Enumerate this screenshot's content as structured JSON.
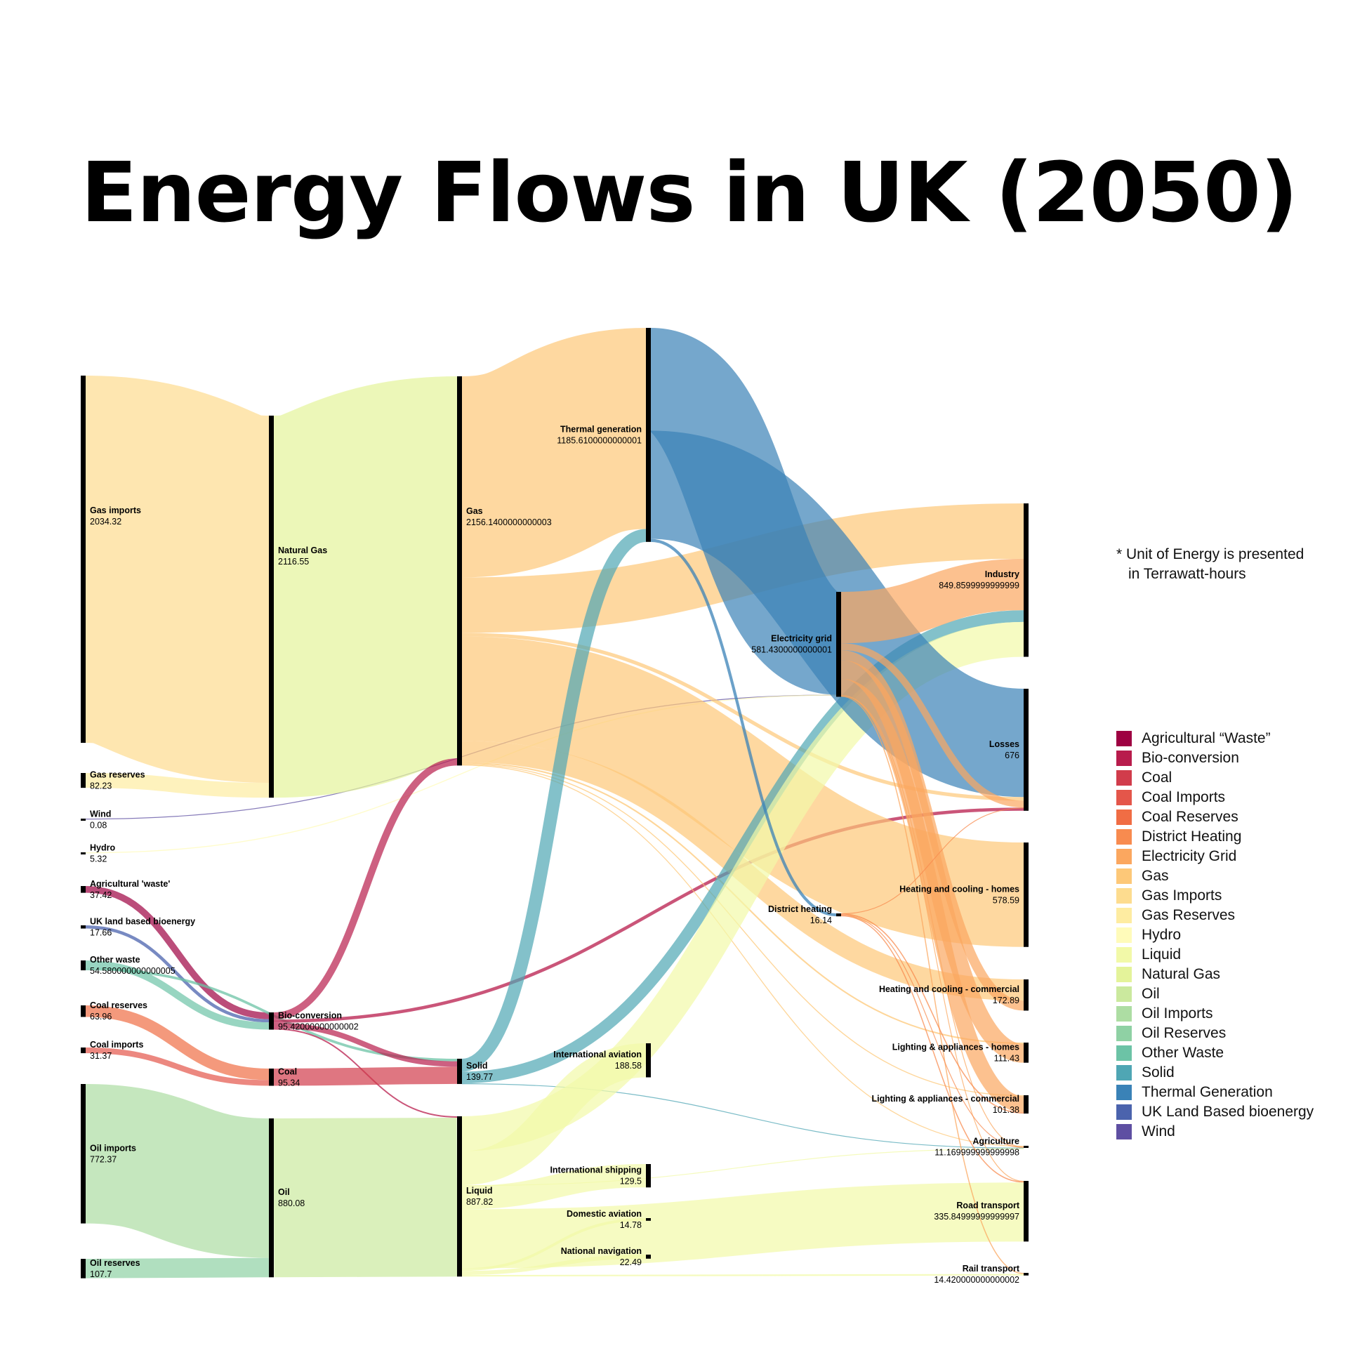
{
  "title": "Energy Flows in UK (2050)",
  "note": {
    "line1": "* Unit of Energy is presented",
    "line2": "in Terrawatt-hours"
  },
  "legend": [
    {
      "label": "Agricultural “Waste”",
      "color": "#9e0142"
    },
    {
      "label": "Bio-conversion",
      "color": "#b81c4c"
    },
    {
      "label": "Coal",
      "color": "#d13c4b"
    },
    {
      "label": "Coal Imports",
      "color": "#e4564a"
    },
    {
      "label": "Coal Reserves",
      "color": "#f06d44"
    },
    {
      "label": "District Heating",
      "color": "#f88b4f"
    },
    {
      "label": "Electricity Grid",
      "color": "#fba75f"
    },
    {
      "label": "Gas",
      "color": "#fdc878"
    },
    {
      "label": "Gas Imports",
      "color": "#fddc8f"
    },
    {
      "label": "Gas Reserves",
      "color": "#feeca1"
    },
    {
      "label": "Hydro",
      "color": "#fffbba"
    },
    {
      "label": "Liquid",
      "color": "#f2f9a8"
    },
    {
      "label": "Natural Gas",
      "color": "#e4f39a"
    },
    {
      "label": "Oil",
      "color": "#cbe99e"
    },
    {
      "label": "Oil Imports",
      "color": "#addda3"
    },
    {
      "label": "Oil Reserves",
      "color": "#8fd1a4"
    },
    {
      "label": "Other Waste",
      "color": "#6cc3a6"
    },
    {
      "label": "Solid",
      "color": "#4fa6b4"
    },
    {
      "label": "Thermal Generation",
      "color": "#3a82b7"
    },
    {
      "label": "UK Land Based bioenergy",
      "color": "#4b63ad"
    },
    {
      "label": "Wind",
      "color": "#5e4fa2"
    }
  ],
  "chart_data": {
    "type": "sankey",
    "unit": "Terrawatt-hours",
    "nodes": [
      {
        "id": "gas_imports",
        "label": "Gas imports",
        "value": "2034.32",
        "column": 0,
        "color": "#fddc8f"
      },
      {
        "id": "gas_reserves",
        "label": "Gas reserves",
        "value": "82.23",
        "column": 0,
        "color": "#feeca1"
      },
      {
        "id": "wind",
        "label": "Wind",
        "value": "0.08",
        "column": 0,
        "color": "#5e4fa2"
      },
      {
        "id": "hydro",
        "label": "Hydro",
        "value": "5.32",
        "column": 0,
        "color": "#fffbba"
      },
      {
        "id": "agri_waste",
        "label": "Agricultural 'waste'",
        "value": "37.42",
        "column": 0,
        "color": "#9e0142"
      },
      {
        "id": "uk_land",
        "label": "UK land based bioenergy",
        "value": "17.66",
        "column": 0,
        "color": "#4b63ad"
      },
      {
        "id": "other_waste",
        "label": "Other waste",
        "value": "54.580000000000005",
        "column": 0,
        "color": "#6cc3a6"
      },
      {
        "id": "coal_reserves",
        "label": "Coal reserves",
        "value": "63.96",
        "column": 0,
        "color": "#f06d44"
      },
      {
        "id": "coal_imports",
        "label": "Coal imports",
        "value": "31.37",
        "column": 0,
        "color": "#e4564a"
      },
      {
        "id": "oil_imports",
        "label": "Oil imports",
        "value": "772.37",
        "column": 0,
        "color": "#addda3"
      },
      {
        "id": "oil_reserves",
        "label": "Oil reserves",
        "value": "107.7",
        "column": 0,
        "color": "#8fd1a4"
      },
      {
        "id": "natural_gas",
        "label": "Natural Gas",
        "value": "2116.55",
        "column": 1,
        "color": "#e4f39a"
      },
      {
        "id": "bio_conv",
        "label": "Bio-conversion",
        "value": "95.42000000000002",
        "column": 1,
        "color": "#b81c4c"
      },
      {
        "id": "coal",
        "label": "Coal",
        "value": "95.34",
        "column": 1,
        "color": "#d13c4b"
      },
      {
        "id": "oil",
        "label": "Oil",
        "value": "880.08",
        "column": 1,
        "color": "#cbe99e"
      },
      {
        "id": "gas",
        "label": "Gas",
        "value": "2156.1400000000003",
        "column": 2,
        "color": "#fdc878"
      },
      {
        "id": "solid",
        "label": "Solid",
        "value": "139.77",
        "column": 2,
        "color": "#4fa6b4"
      },
      {
        "id": "liquid",
        "label": "Liquid",
        "value": "887.82",
        "column": 2,
        "color": "#f2f9a8"
      },
      {
        "id": "thermal",
        "label": "Thermal generation",
        "value": "1185.6100000000001",
        "column": 3,
        "color": "#3a82b7"
      },
      {
        "id": "intl_aviation",
        "label": "International aviation",
        "value": "188.58",
        "column": 3,
        "color": "#f2f9a8"
      },
      {
        "id": "intl_shipping",
        "label": "International shipping",
        "value": "129.5",
        "column": 3,
        "color": "#f2f9a8"
      },
      {
        "id": "dom_aviation",
        "label": "Domestic aviation",
        "value": "14.78",
        "column": 3,
        "color": "#f2f9a8"
      },
      {
        "id": "nat_nav",
        "label": "National navigation",
        "value": "22.49",
        "column": 3,
        "color": "#f2f9a8"
      },
      {
        "id": "elec_grid",
        "label": "Electricity grid",
        "value": "581.4300000000001",
        "column": 4,
        "color": "#fba75f"
      },
      {
        "id": "district",
        "label": "District heating",
        "value": "16.14",
        "column": 4,
        "color": "#f88b4f"
      },
      {
        "id": "industry",
        "label": "Industry",
        "value": "849.8599999999999",
        "column": 5
      },
      {
        "id": "losses",
        "label": "Losses",
        "value": "676",
        "column": 5
      },
      {
        "id": "hc_homes",
        "label": "Heating and cooling - homes",
        "value": "578.59",
        "column": 5
      },
      {
        "id": "hc_comm",
        "label": "Heating and cooling - commercial",
        "value": "172.89",
        "column": 5
      },
      {
        "id": "la_homes",
        "label": "Lighting & appliances - homes",
        "value": "111.43",
        "column": 5
      },
      {
        "id": "la_comm",
        "label": "Lighting & appliances - commercial",
        "value": "101.38",
        "column": 5
      },
      {
        "id": "agriculture",
        "label": "Agriculture",
        "value": "11.169999999999998",
        "column": 5
      },
      {
        "id": "road",
        "label": "Road transport",
        "value": "335.84999999999997",
        "column": 5
      },
      {
        "id": "rail",
        "label": "Rail transport",
        "value": "14.420000000000002",
        "column": 5
      }
    ],
    "links": [
      {
        "source": "gas_imports",
        "target": "natural_gas",
        "value": 2034.32
      },
      {
        "source": "gas_reserves",
        "target": "natural_gas",
        "value": 82.23
      },
      {
        "source": "wind",
        "target": "elec_grid",
        "value": 0.08
      },
      {
        "source": "hydro",
        "target": "elec_grid",
        "value": 5.32
      },
      {
        "source": "agri_waste",
        "target": "bio_conv",
        "value": 37.42
      },
      {
        "source": "uk_land",
        "target": "bio_conv",
        "value": 17.66
      },
      {
        "source": "other_waste",
        "target": "bio_conv",
        "value": 40.34
      },
      {
        "source": "other_waste",
        "target": "solid",
        "value": 14.24
      },
      {
        "source": "coal_reserves",
        "target": "coal",
        "value": 63.96
      },
      {
        "source": "coal_imports",
        "target": "coal",
        "value": 31.37
      },
      {
        "source": "oil_imports",
        "target": "oil",
        "value": 772.37
      },
      {
        "source": "oil_reserves",
        "target": "oil",
        "value": 107.7
      },
      {
        "source": "natural_gas",
        "target": "gas",
        "value": 2116.55
      },
      {
        "source": "bio_conv",
        "target": "gas",
        "value": 39.59
      },
      {
        "source": "bio_conv",
        "target": "solid",
        "value": 30.19
      },
      {
        "source": "bio_conv",
        "target": "losses",
        "value": 17.9
      },
      {
        "source": "bio_conv",
        "target": "liquid",
        "value": 7.74
      },
      {
        "source": "coal",
        "target": "solid",
        "value": 95.34
      },
      {
        "source": "oil",
        "target": "liquid",
        "value": 880.08
      },
      {
        "source": "gas",
        "target": "thermal",
        "value": 1114.25
      },
      {
        "source": "gas",
        "target": "industry",
        "value": 307.0
      },
      {
        "source": "gas",
        "target": "hc_homes",
        "value": 578.59
      },
      {
        "source": "gas",
        "target": "hc_comm",
        "value": 118.0
      },
      {
        "source": "gas",
        "target": "losses",
        "value": 20.0
      },
      {
        "source": "gas",
        "target": "la_homes",
        "value": 8.0
      },
      {
        "source": "gas",
        "target": "la_comm",
        "value": 5.3
      },
      {
        "source": "gas",
        "target": "agriculture",
        "value": 5.0
      },
      {
        "source": "solid",
        "target": "thermal",
        "value": 71.36
      },
      {
        "source": "solid",
        "target": "industry",
        "value": 65.0
      },
      {
        "source": "solid",
        "target": "agriculture",
        "value": 3.41
      },
      {
        "source": "liquid",
        "target": "intl_aviation",
        "value": 188.58
      },
      {
        "source": "liquid",
        "target": "industry",
        "value": 193.0
      },
      {
        "source": "liquid",
        "target": "intl_shipping",
        "value": 129.5
      },
      {
        "source": "liquid",
        "target": "dom_aviation",
        "value": 14.78
      },
      {
        "source": "liquid",
        "target": "nat_nav",
        "value": 22.49
      },
      {
        "source": "liquid",
        "target": "road",
        "value": 327.0
      },
      {
        "source": "liquid",
        "target": "rail",
        "value": 8.47
      },
      {
        "source": "liquid",
        "target": "agriculture",
        "value": 4.0
      },
      {
        "source": "thermal",
        "target": "losses",
        "value": 600.0
      },
      {
        "source": "thermal",
        "target": "elec_grid",
        "value": 569.47
      },
      {
        "source": "thermal",
        "target": "district",
        "value": 16.14
      },
      {
        "source": "elec_grid",
        "target": "industry",
        "value": 284.86
      },
      {
        "source": "elec_grid",
        "target": "losses",
        "value": 38.1
      },
      {
        "source": "elec_grid",
        "target": "hc_comm",
        "value": 54.89
      },
      {
        "source": "elec_grid",
        "target": "la_homes",
        "value": 103.43
      },
      {
        "source": "elec_grid",
        "target": "la_comm",
        "value": 90.0
      },
      {
        "source": "elec_grid",
        "target": "road",
        "value": 3.0
      },
      {
        "source": "elec_grid",
        "target": "rail",
        "value": 5.95
      },
      {
        "source": "elec_grid",
        "target": "agriculture",
        "value": 1.2
      },
      {
        "source": "district",
        "target": "losses",
        "value": 0.0
      },
      {
        "source": "district",
        "target": "la_comm",
        "value": 6.08
      },
      {
        "source": "district",
        "target": "road",
        "value": 5.85
      },
      {
        "source": "district",
        "target": "agriculture",
        "value": 4.21
      }
    ]
  }
}
